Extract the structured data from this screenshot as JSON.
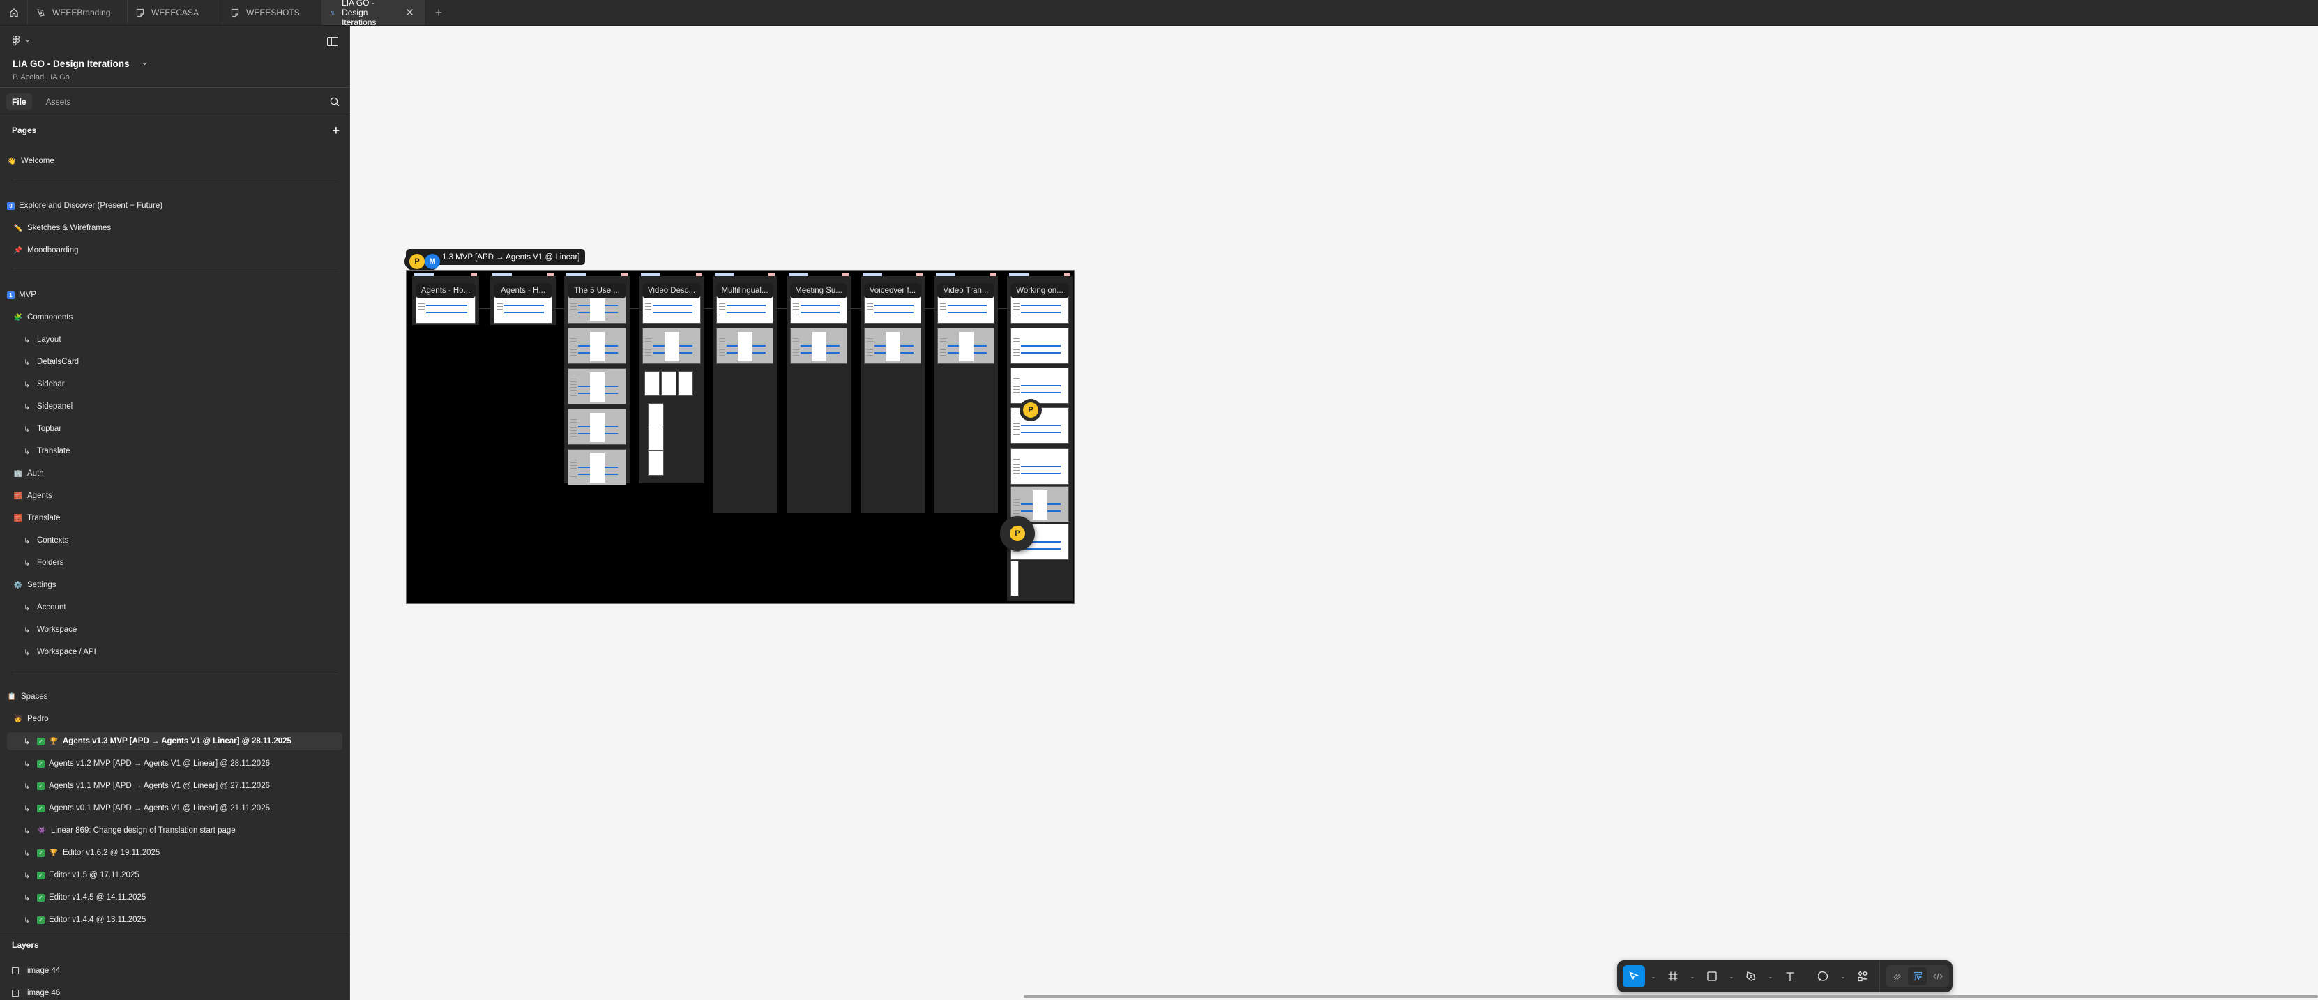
{
  "tabs": [
    {
      "label": "WEEEBranding",
      "icon": "design-file-icon"
    },
    {
      "label": "WEEECASA",
      "icon": "figjam-file-icon"
    },
    {
      "label": "WEEESHOTS",
      "icon": "figjam-file-icon"
    },
    {
      "label": "LIA GO - Design Iterations",
      "icon": "design-file-icon",
      "active": true,
      "close": "✕"
    }
  ],
  "tab_add": "+",
  "sidebar": {
    "file_title": "LIA GO - Design Iterations",
    "file_subtitle": "P. Acolad LIA Go",
    "tabs": {
      "file": "File",
      "assets": "Assets"
    },
    "pages_heading": "Pages",
    "pages_add": "+",
    "pages": [
      {
        "label": "Welcome",
        "emoji": "👋"
      },
      {
        "label": "Explore and Discover (Present + Future)",
        "badge": "0"
      },
      {
        "label": "Sketches & Wireframes",
        "emoji": "✏️"
      },
      {
        "label": "Moodboarding",
        "emoji": "📌"
      },
      {
        "label": "MVP",
        "badge": "1"
      },
      {
        "label": "Components",
        "emoji": "🧩"
      },
      {
        "label": "Layout",
        "sub": true
      },
      {
        "label": "DetailsCard",
        "sub": true
      },
      {
        "label": "Sidebar",
        "sub": true
      },
      {
        "label": "Sidepanel",
        "sub": true
      },
      {
        "label": "Topbar",
        "sub": true
      },
      {
        "label": "Translate",
        "sub": true
      },
      {
        "label": "Auth",
        "emoji": "🏢"
      },
      {
        "label": "Agents",
        "emoji": "🧱"
      },
      {
        "label": "Translate",
        "emoji": "🧱"
      },
      {
        "label": "Contexts",
        "sub": true
      },
      {
        "label": "Folders",
        "sub": true
      },
      {
        "label": "Settings",
        "emoji": "⚙️"
      },
      {
        "label": "Account",
        "sub": true
      },
      {
        "label": "Workspace",
        "sub": true
      },
      {
        "label": "Workspace / API",
        "sub": true
      },
      {
        "label": "Spaces",
        "emoji": "📋"
      },
      {
        "label": "Pedro",
        "emoji": "🧑"
      },
      {
        "label": "Agents v1.3 MVP [APD → Agents V1 @ Linear] @ 28.11.2025",
        "sub": true,
        "check": true,
        "trophy": true,
        "active": true
      },
      {
        "label": "Agents v1.2 MVP [APD → Agents V1 @ Linear] @ 28.11.2026",
        "sub": true,
        "check": true
      },
      {
        "label": "Agents v1.1 MVP [APD → Agents V1 @ Linear] @ 27.11.2026",
        "sub": true,
        "check": true
      },
      {
        "label": "Agents v0.1 MVP [APD → Agents V1 @ Linear] @ 21.11.2025",
        "sub": true,
        "check": true
      },
      {
        "label": "Linear 869: Change design of Translation start page",
        "sub": true,
        "emoji": "👾"
      },
      {
        "label": "Editor v1.6.2 @ 19.11.2025",
        "sub": true,
        "check": true,
        "trophy": true
      },
      {
        "label": "Editor v1.5 @ 17.11.2025",
        "sub": true,
        "check": true
      },
      {
        "label": "Editor v1.4.5 @ 14.11.2025",
        "sub": true,
        "check": true
      },
      {
        "label": "Editor v1.4.4 @ 13.11.2025",
        "sub": true,
        "check": true
      }
    ],
    "sub_arrow": "↳",
    "check_glyph": "✓",
    "trophy_glyph": "🏆",
    "layers_heading": "Layers",
    "layers": [
      {
        "label": "image 44"
      },
      {
        "label": "image 46"
      }
    ]
  },
  "canvas": {
    "frame_label": "1.3 MVP [APD → Agents V1 @ Linear]",
    "collaborators": [
      {
        "initial": "P",
        "color": "#f6c425"
      },
      {
        "initial": "M",
        "color": "#1e7ee6"
      }
    ],
    "columns": [
      {
        "title": "Agents - Ho..."
      },
      {
        "title": "Agents - H..."
      },
      {
        "title": "The 5 Use ..."
      },
      {
        "title": "Video Desc..."
      },
      {
        "title": "Multilingual..."
      },
      {
        "title": "Meeting Su..."
      },
      {
        "title": "Voiceover f..."
      },
      {
        "title": "Video Tran..."
      },
      {
        "title": "Working on..."
      }
    ],
    "cursors": [
      {
        "initial": "P"
      },
      {
        "initial": "P"
      }
    ]
  },
  "toolbar": {
    "tools": [
      "move",
      "frame",
      "rectangle",
      "pen",
      "text",
      "comment",
      "actions"
    ],
    "modes": [
      "draw",
      "design",
      "dev"
    ],
    "active_tool": "move",
    "active_mode": "design",
    "accent": "#0c8ce9"
  }
}
